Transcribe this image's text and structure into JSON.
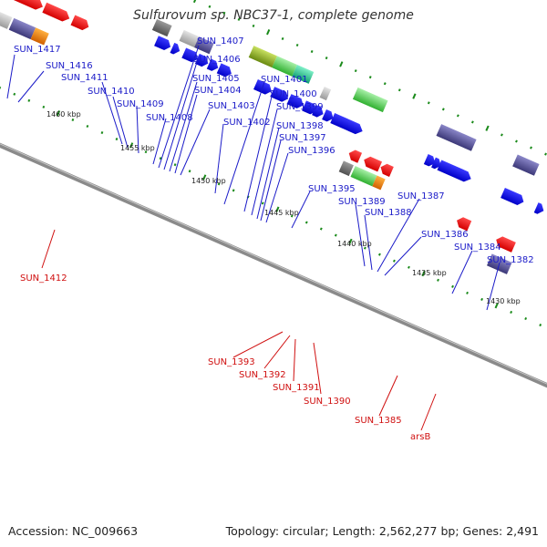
{
  "title": "Sulfurovum sp. NBC37-1, complete genome",
  "footer": {
    "accession": "Accession: NC_009663",
    "topology": "Topology: circular; Length: 2,562,277 bp; Genes: 2,491"
  },
  "colors": {
    "label_upper": "#1a1ac8",
    "label_lower": "#d01010",
    "tick": "#1a8a1a",
    "backbone": "#8a8a8a"
  },
  "kbp_marks": [
    "1460 kbp",
    "1455 kbp",
    "1450 kbp",
    "1445 kbp",
    "1440 kbp",
    "1435 kbp",
    "1430 kbp"
  ],
  "labels_upper": [
    "SUN_1417",
    "SUN_1416",
    "SUN_1411",
    "SUN_1410",
    "SUN_1409",
    "SUN_1408",
    "SUN_1407",
    "SUN_1406",
    "SUN_1405",
    "SUN_1404",
    "SUN_1403",
    "SUN_1402",
    "SUN_1401",
    "SUN_1400",
    "SUN_1399",
    "SUN_1398",
    "SUN_1397",
    "SUN_1396",
    "SUN_1395",
    "SUN_1389",
    "SUN_1388",
    "SUN_1387",
    "SUN_1386",
    "SUN_1384",
    "SUN_1382"
  ],
  "labels_lower": [
    "SUN_1412",
    "SUN_1393",
    "SUN_1392",
    "SUN_1391",
    "SUN_1390",
    "SUN_1385",
    "arsB"
  ]
}
